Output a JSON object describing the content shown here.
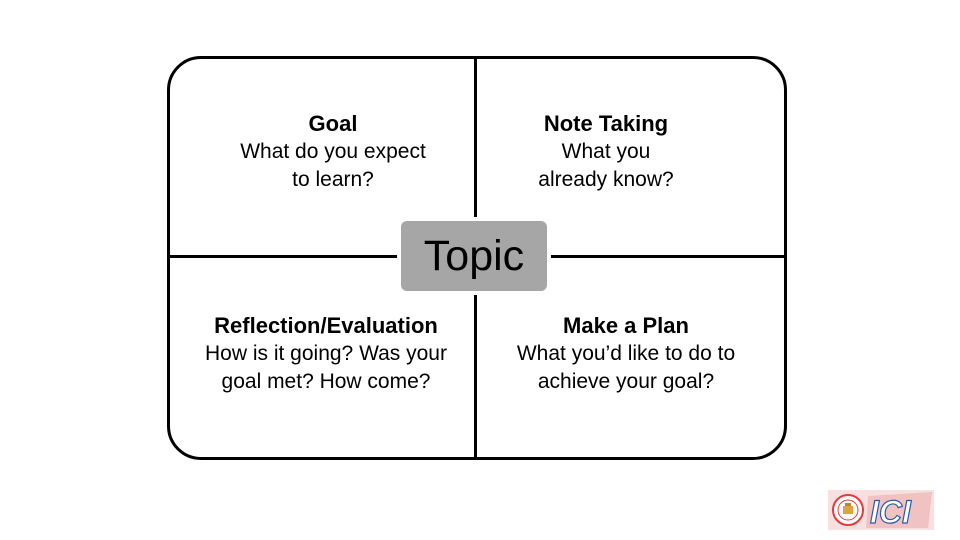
{
  "center": {
    "label": "Topic"
  },
  "quadrants": [
    {
      "title": "Goal",
      "lines": [
        "What do you expect",
        "to learn?"
      ]
    },
    {
      "title": "Note Taking",
      "lines": [
        "What you",
        "already know?"
      ]
    },
    {
      "title": "Reflection/Evaluation",
      "lines": [
        "How is it going? Was your",
        "goal met? How come?"
      ]
    },
    {
      "title": "Make a Plan",
      "lines": [
        "What you’d like to do to",
        "achieve your goal?"
      ]
    }
  ],
  "logo": {
    "text": "ICI",
    "icon": "ici-logo-icon"
  },
  "colors": {
    "topic_fill": "#a6a6a6",
    "logo_red": "#e23b3b",
    "logo_blue": "#2b5cab"
  }
}
